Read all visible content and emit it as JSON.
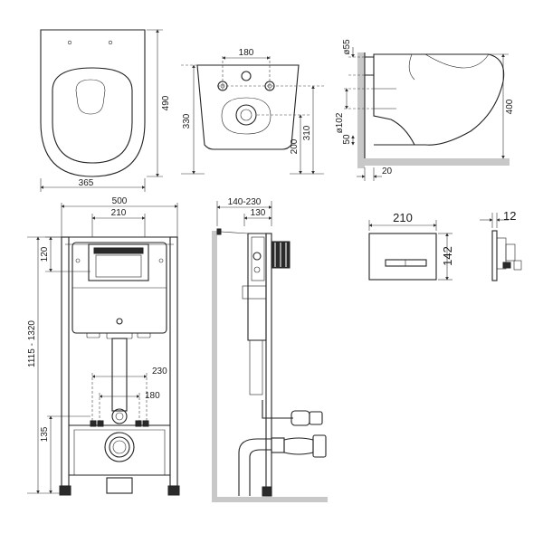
{
  "views": {
    "bowl_top": {
      "width": "365",
      "depth": "490"
    },
    "bowl_rear": {
      "mount_spacing": "180",
      "height": "330",
      "outlet_height": "200",
      "side_height": "310"
    },
    "bowl_side": {
      "inlet_diameter": "ø55",
      "outlet_diameter": "ø102",
      "outlet_offset": "50",
      "height": "400",
      "wall_gap": "20"
    },
    "frame_front": {
      "width": "500",
      "button_width": "210",
      "top_offset": "120",
      "height_range": "1115 - 1320",
      "bolt_spacing_outer": "230",
      "bolt_spacing_inner": "180",
      "outlet_height": "135"
    },
    "frame_side": {
      "depth_range": "140-230",
      "depth": "130"
    },
    "flush_plate": {
      "width": "210",
      "height": "142",
      "thickness": "12"
    }
  }
}
